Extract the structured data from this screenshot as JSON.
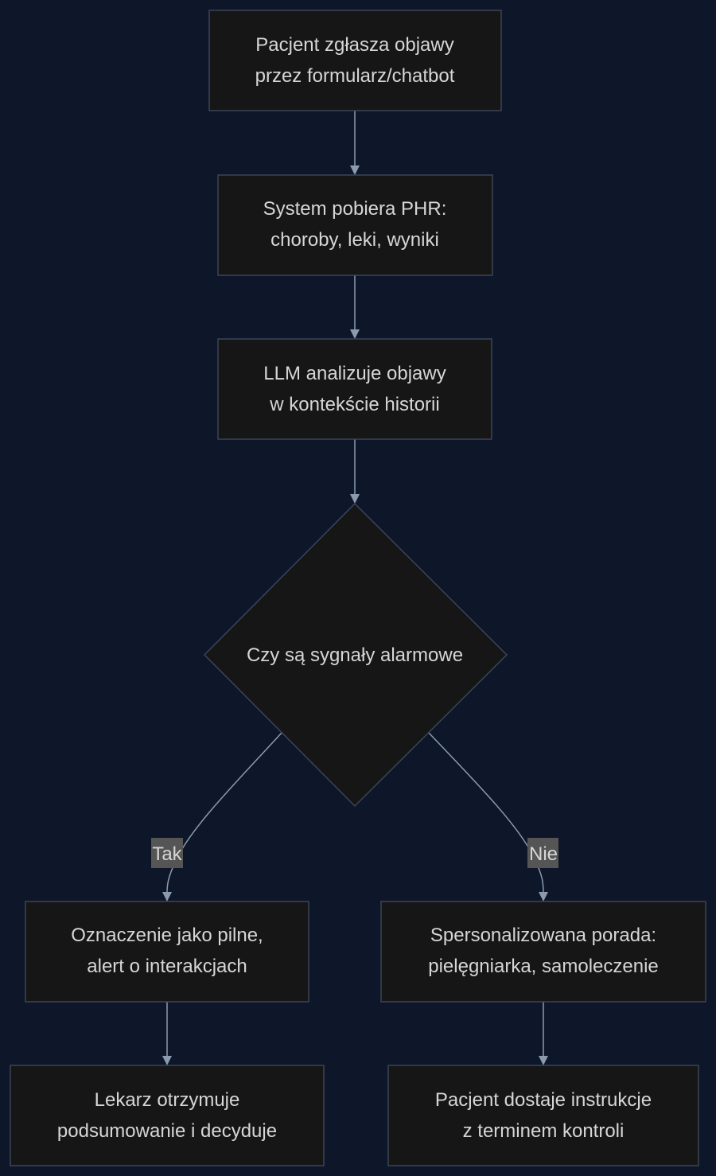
{
  "colors": {
    "background": "#0e172a",
    "node_fill": "#161616",
    "node_border": "#3b4556",
    "edge": "#8b9ab0",
    "edge_label_bg": "#555555",
    "text": "#d6d6d6"
  },
  "nodes": {
    "intake": {
      "line1": "Pacjent zgłasza objawy",
      "line2": "przez formularz/chatbot"
    },
    "phr": {
      "line1": "System pobiera PHR:",
      "line2": "choroby, leki, wyniki"
    },
    "llm": {
      "line1": "LLM analizuje objawy",
      "line2": "w kontekście historii"
    },
    "decision": {
      "text": "Czy są sygnały alarmowe"
    },
    "urgent": {
      "line1": "Oznaczenie jako pilne,",
      "line2": "alert o interakcjach"
    },
    "advice": {
      "line1": "Spersonalizowana porada:",
      "line2": "pielęgniarka, samoleczenie"
    },
    "doctor": {
      "line1": "Lekarz otrzymuje",
      "line2": "podsumowanie i decyduje"
    },
    "instructions": {
      "line1": "Pacjent dostaje instrukcje",
      "line2": "z terminem kontroli"
    }
  },
  "edges": {
    "yes_label": "Tak",
    "no_label": "Nie"
  }
}
